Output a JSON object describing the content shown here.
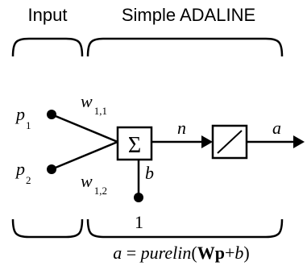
{
  "headings": {
    "input": "Input",
    "layer": "Simple ADALINE"
  },
  "inputs": [
    {
      "symbol": "p",
      "subscript": "1"
    },
    {
      "symbol": "p",
      "subscript": "2"
    }
  ],
  "weights": [
    {
      "symbol": "w",
      "subscript": "1,1"
    },
    {
      "symbol": "w",
      "subscript": "1,2"
    }
  ],
  "summation_symbol": "Σ",
  "bias": {
    "symbol": "b",
    "input_value": "1"
  },
  "net_input": "n",
  "output": "a",
  "equation": {
    "lhs": "a",
    "equals": " = ",
    "func": "purelin",
    "open": "(",
    "matrix": "W",
    "vector": "p",
    "plus": "+",
    "bias": "b",
    "close": ")"
  }
}
